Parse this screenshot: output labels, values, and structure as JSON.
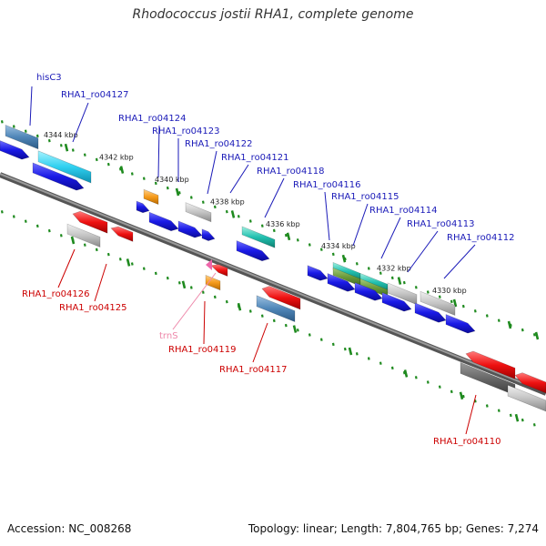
{
  "title": "Rhodococcus jostii RHA1, complete genome",
  "footer": {
    "accession": "Accession: NC_008268",
    "summary": "Topology: linear; Length: 7,804,765 bp; Genes: 7,274"
  },
  "colors": {
    "forward_label": "#1a1ab8",
    "reverse_label": "#cc0000",
    "rna_label": "#ee88aa",
    "backbone": "#808080",
    "tick": "#1e8a1e"
  },
  "ticks": [
    "4344 kbp",
    "4342 kbp",
    "4340 kbp",
    "4338 kbp",
    "4336 kbp",
    "4334 kbp",
    "4332 kbp",
    "4330 kbp"
  ],
  "labels": {
    "hisC3": "hisC3",
    "ro04127": "RHA1_ro04127",
    "ro04124": "RHA1_ro04124",
    "ro04123": "RHA1_ro04123",
    "ro04122": "RHA1_ro04122",
    "ro04121": "RHA1_ro04121",
    "ro04118": "RHA1_ro04118",
    "ro04116": "RHA1_ro04116",
    "ro04115": "RHA1_ro04115",
    "ro04114": "RHA1_ro04114",
    "ro04113": "RHA1_ro04113",
    "ro04112": "RHA1_ro04112",
    "ro04126": "RHA1_ro04126",
    "ro04125": "RHA1_ro04125",
    "trnS": "trnS",
    "ro04119": "RHA1_ro04119",
    "ro04117": "RHA1_ro04117",
    "ro04110": "RHA1_ro04110"
  }
}
